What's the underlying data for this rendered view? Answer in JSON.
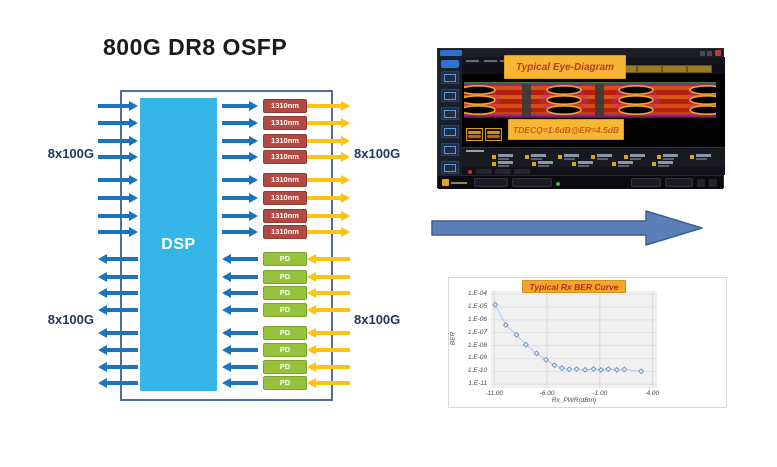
{
  "slide_title": "800G DR8 OSFP",
  "module": {
    "dsp_label": "DSP",
    "tx_blocks": [
      "1310nm",
      "1310nm",
      "1310nm",
      "1310nm",
      "1310nm",
      "1310nm",
      "1310nm",
      "1310nm"
    ],
    "rx_blocks": [
      "PD",
      "PD",
      "PD",
      "PD",
      "PD",
      "PD",
      "PD",
      "PD"
    ],
    "port_labels": {
      "electrical_in": "8x100G",
      "optical_out": "8x100G",
      "electrical_out": "8x100G",
      "optical_in": "8x100G"
    }
  },
  "scope": {
    "eye_banner": "Typical Eye-Diagram",
    "tdecq_banner": "TDECQ=1.6dB@ER=4.5dB"
  },
  "colors": {
    "blue_arrow": "#1b75bc",
    "yellow_arrow": "#ffc20e",
    "dsp_fill": "#35b5e8",
    "laser_fill": "#b04a42",
    "pd_fill": "#97c23c",
    "banner_fill": "#f7b732",
    "flow_arrow_fill": "#5b7fb8",
    "module_border": "#4f6d9e"
  },
  "chart_data": {
    "type": "scatter",
    "title": "Typical Rx BER Curve",
    "xlabel": "Rx_PWR(dBm)",
    "ylabel": "BER",
    "x_ticks": [
      -11,
      -6,
      -1,
      4
    ],
    "x_tick_labels": [
      "-11.00",
      "-6.00",
      "-1.00",
      "4.00"
    ],
    "y_tick_exponents": [
      -4,
      -5,
      -6,
      -7,
      -8,
      -9,
      -10,
      -11
    ],
    "y_tick_labels": [
      "1.E-04",
      "1.E-05",
      "1.E-06",
      "1.E-07",
      "1.E-08",
      "1.E-09",
      "1.E-10",
      "1.E-11"
    ],
    "xlim": [
      -11.3,
      4.4
    ],
    "ylim_exponents": [
      -11.3,
      -3.75
    ],
    "grid": true,
    "legend": "none",
    "marker": "diamond",
    "line_color": "#b4c9e4",
    "marker_color": "#7097c8",
    "points": [
      {
        "x": -10.9,
        "ber": 1.5e-05
      },
      {
        "x": -9.9,
        "ber": 4e-07
      },
      {
        "x": -8.9,
        "ber": 7e-08
      },
      {
        "x": -8.0,
        "ber": 1.2e-08
      },
      {
        "x": -7.0,
        "ber": 2.5e-09
      },
      {
        "x": -6.1,
        "ber": 8e-10
      },
      {
        "x": -5.3,
        "ber": 3e-10
      },
      {
        "x": -4.6,
        "ber": 1.8e-10
      },
      {
        "x": -3.9,
        "ber": 1.4e-10
      },
      {
        "x": -3.2,
        "ber": 1.5e-10
      },
      {
        "x": -2.4,
        "ber": 1.3e-10
      },
      {
        "x": -1.6,
        "ber": 1.5e-10
      },
      {
        "x": -0.9,
        "ber": 1.3e-10
      },
      {
        "x": -0.2,
        "ber": 1.5e-10
      },
      {
        "x": 0.6,
        "ber": 1.3e-10
      },
      {
        "x": 1.3,
        "ber": 1.4e-10
      },
      {
        "x": 2.9,
        "ber": 1e-10
      }
    ]
  }
}
